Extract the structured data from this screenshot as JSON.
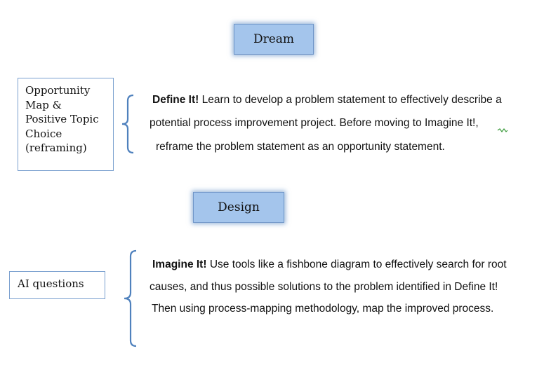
{
  "phases": {
    "dream": "Dream",
    "design": "Design"
  },
  "sideboxes": {
    "opportunity": [
      "Opportunity",
      "Map &",
      "Positive Topic",
      "Choice",
      "(reframing)"
    ],
    "ai": "AI questions"
  },
  "define": {
    "title": "Define It!",
    "line1": " Learn to develop a problem statement to effectively describe a",
    "line2": "potential process improvement project. Before moving to Imagine It!,",
    "line3": "reframe the problem statement as an opportunity statement."
  },
  "imagine": {
    "title": "Imagine It!",
    "line1": " Use tools like a fishbone diagram to effectively search for root",
    "line2": "causes, and thus possible solutions to the problem identified in Define It!",
    "line3": "Then using process-mapping methodology, map the improved process."
  },
  "colors": {
    "phase_fill": "#a4c5ec",
    "brace": "#4f81bd",
    "box_border": "#7aa0cf",
    "squiggle": "#3a9a3a"
  }
}
